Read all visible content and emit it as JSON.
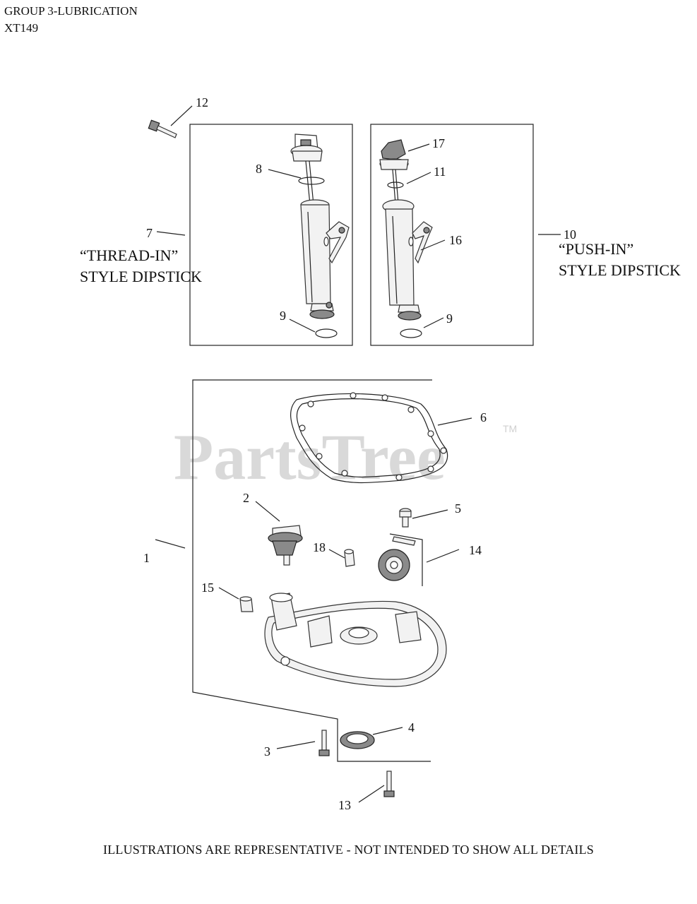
{
  "header": {
    "line1": "GROUP 3-LUBRICATION",
    "line2": "XT149"
  },
  "watermark": {
    "text": "PartsTree",
    "tm": "TM"
  },
  "labels": {
    "thread_in_line1": "“THREAD-IN”",
    "thread_in_line2": "STYLE DIPSTICK",
    "push_in_line1": "“PUSH-IN”",
    "push_in_line2": "STYLE DIPSTICK"
  },
  "callouts": {
    "c12": "12",
    "c8": "8",
    "c7": "7",
    "c9a": "9",
    "c17": "17",
    "c11": "11",
    "c16": "16",
    "c10": "10",
    "c9b": "9",
    "c6": "6",
    "c2": "2",
    "c5": "5",
    "c18": "18",
    "c14": "14",
    "c1": "1",
    "c15": "15",
    "c4": "4",
    "c3": "3",
    "c13": "13"
  },
  "footer": {
    "note": "ILLUSTRATIONS ARE REPRESENTATIVE - NOT INTENDED TO SHOW ALL DETAILS"
  }
}
